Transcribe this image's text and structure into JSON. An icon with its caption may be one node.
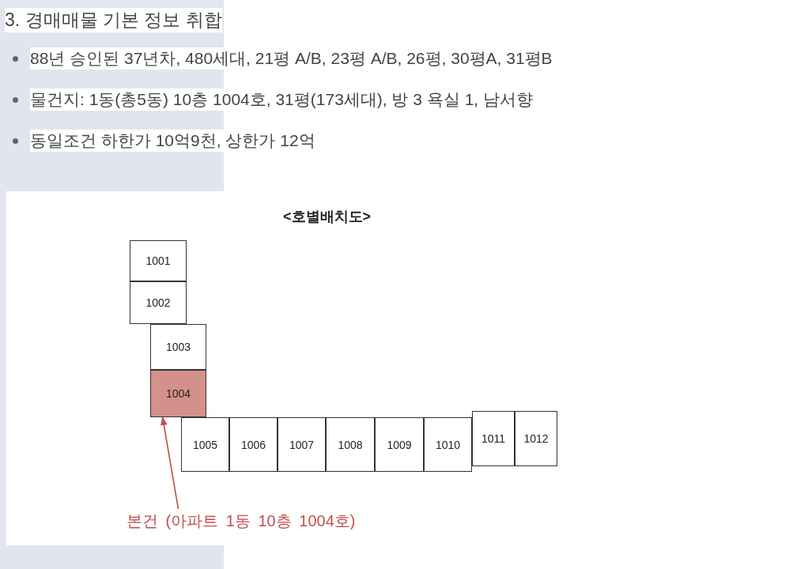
{
  "diagram": {
    "title": "3. 경매매물 기본 정보 취합",
    "nodes": [
      {
        "text": [
          "1001"
        ]
      },
      {
        "text": [
          "1002"
        ]
      },
      {
        "text": [
          "1003"
        ]
      },
      {
        "text": [
          "1004"
        ]
      },
      {
        "text": [
          "1005"
        ]
      },
      {
        "text": [
          "1006"
        ]
      },
      {
        "text": [
          "1007"
        ]
      },
      {
        "text": [
          "1008"
        ]
      },
      {
        "text": [
          "1009"
        ]
      },
      {
        "text": [
          "1010"
        ]
      },
      {
        "text": [
          "1011"
        ]
      },
      {
        "text": [
          "1012"
        ]
      },
      {
        "text": [
          "본건 (아파트 1동 10층 1004호)"
        ]
      }
    ],
    "edges": [
      {
        "from": 12,
        "to": 3,
        "arrow": "to",
        "color": "#c0504d"
      }
    ],
    "labels": [
      "88년 승인된 37년차, 480세대, 21평 A/B, 23평 A/B, 26평, 30평A, 31평B",
      "물건지: 1동(총5동) 10층 1004호, 31평(173세대), 방 3 욕실 1, 남서향",
      "동일조건 하한가 10억9천, 상한가 12억",
      "<호별배치도>"
    ]
  }
}
